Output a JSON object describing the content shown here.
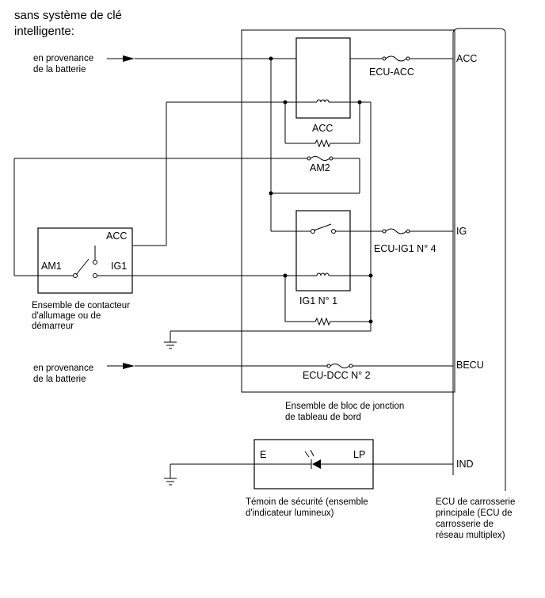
{
  "header": {
    "line1": "sans système de clé",
    "line2": "intelligente:"
  },
  "sources": {
    "battery_top": {
      "line1": "en provenance",
      "line2": "de la batterie"
    },
    "battery_bottom": {
      "line1": "en provenance",
      "line2": "de la batterie"
    }
  },
  "terminals": {
    "acc": "ACC",
    "ig": "IG",
    "becu": "BECU",
    "ind": "IND"
  },
  "fuses": {
    "ecu_acc": "ECU-ACC",
    "am2": "AM2",
    "ecu_ig1": "ECU-IG1 N° 4",
    "ecu_dcc": "ECU-DCC N° 2"
  },
  "relays": {
    "acc": "ACC",
    "ig1": "IG1 N° 1"
  },
  "ignition_switch": {
    "acc": "ACC",
    "am1": "AM1",
    "ig1": "IG1",
    "caption": [
      "Ensemble de contacteur",
      "d'allumage ou de",
      "démarreur"
    ]
  },
  "junction_block": {
    "caption": [
      "Ensemble de bloc de jonction",
      "de tableau de bord"
    ]
  },
  "security_indicator": {
    "e": "E",
    "lp": "LP",
    "caption": [
      "Témoin de sécurité (ensemble",
      "d'indicateur lumineux)"
    ]
  },
  "main_ecu": {
    "caption": [
      "ECU de carrosserie",
      "principale (ECU de",
      "carrosserie de",
      "réseau multiplex)"
    ]
  }
}
